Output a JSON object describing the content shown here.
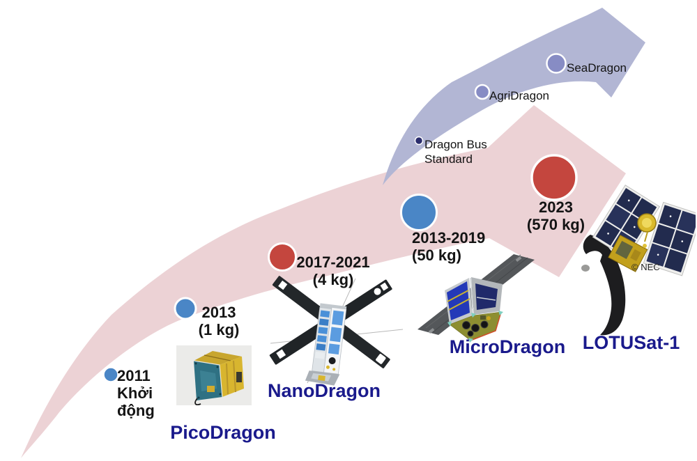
{
  "colors": {
    "pink_arrow": "#ecd2d5",
    "purple_arrow": "#b2b6d4",
    "blue_circle": "#4a86c6",
    "red_circle": "#c4463e",
    "purple_circle": "#878cc4",
    "navy_dot": "#2b2d6d",
    "label_text": "#141414",
    "satellite_name_text": "#1a1a8c"
  },
  "main_track": {
    "milestones": [
      {
        "year": "2011",
        "label": "Khởi động",
        "dot": "blue"
      },
      {
        "year": "2013",
        "mass": "(1 kg)",
        "dot": "blue",
        "satellite": "PicoDragon"
      },
      {
        "year": "2017-2021",
        "mass": "(4 kg)",
        "dot": "red",
        "satellite": "NanoDragon"
      },
      {
        "year": "2013-2019",
        "mass": "(50 kg)",
        "dot": "blue",
        "satellite": "MicroDragon"
      },
      {
        "year": "2023",
        "mass": "(570 kg)",
        "dot": "red",
        "satellite": "LOTUSat-1"
      }
    ]
  },
  "branch_track": {
    "milestones": [
      {
        "label": "Dragon Bus Standard",
        "dot": "navy"
      },
      {
        "label": "AgriDragon",
        "dot": "purple"
      },
      {
        "label": "SeaDragon",
        "dot": "purple"
      }
    ]
  },
  "satellites": [
    {
      "name": "PicoDragon"
    },
    {
      "name": "NanoDragon"
    },
    {
      "name": "MicroDragon"
    },
    {
      "name": "LOTUSat-1",
      "credit": "© NEC"
    }
  ]
}
